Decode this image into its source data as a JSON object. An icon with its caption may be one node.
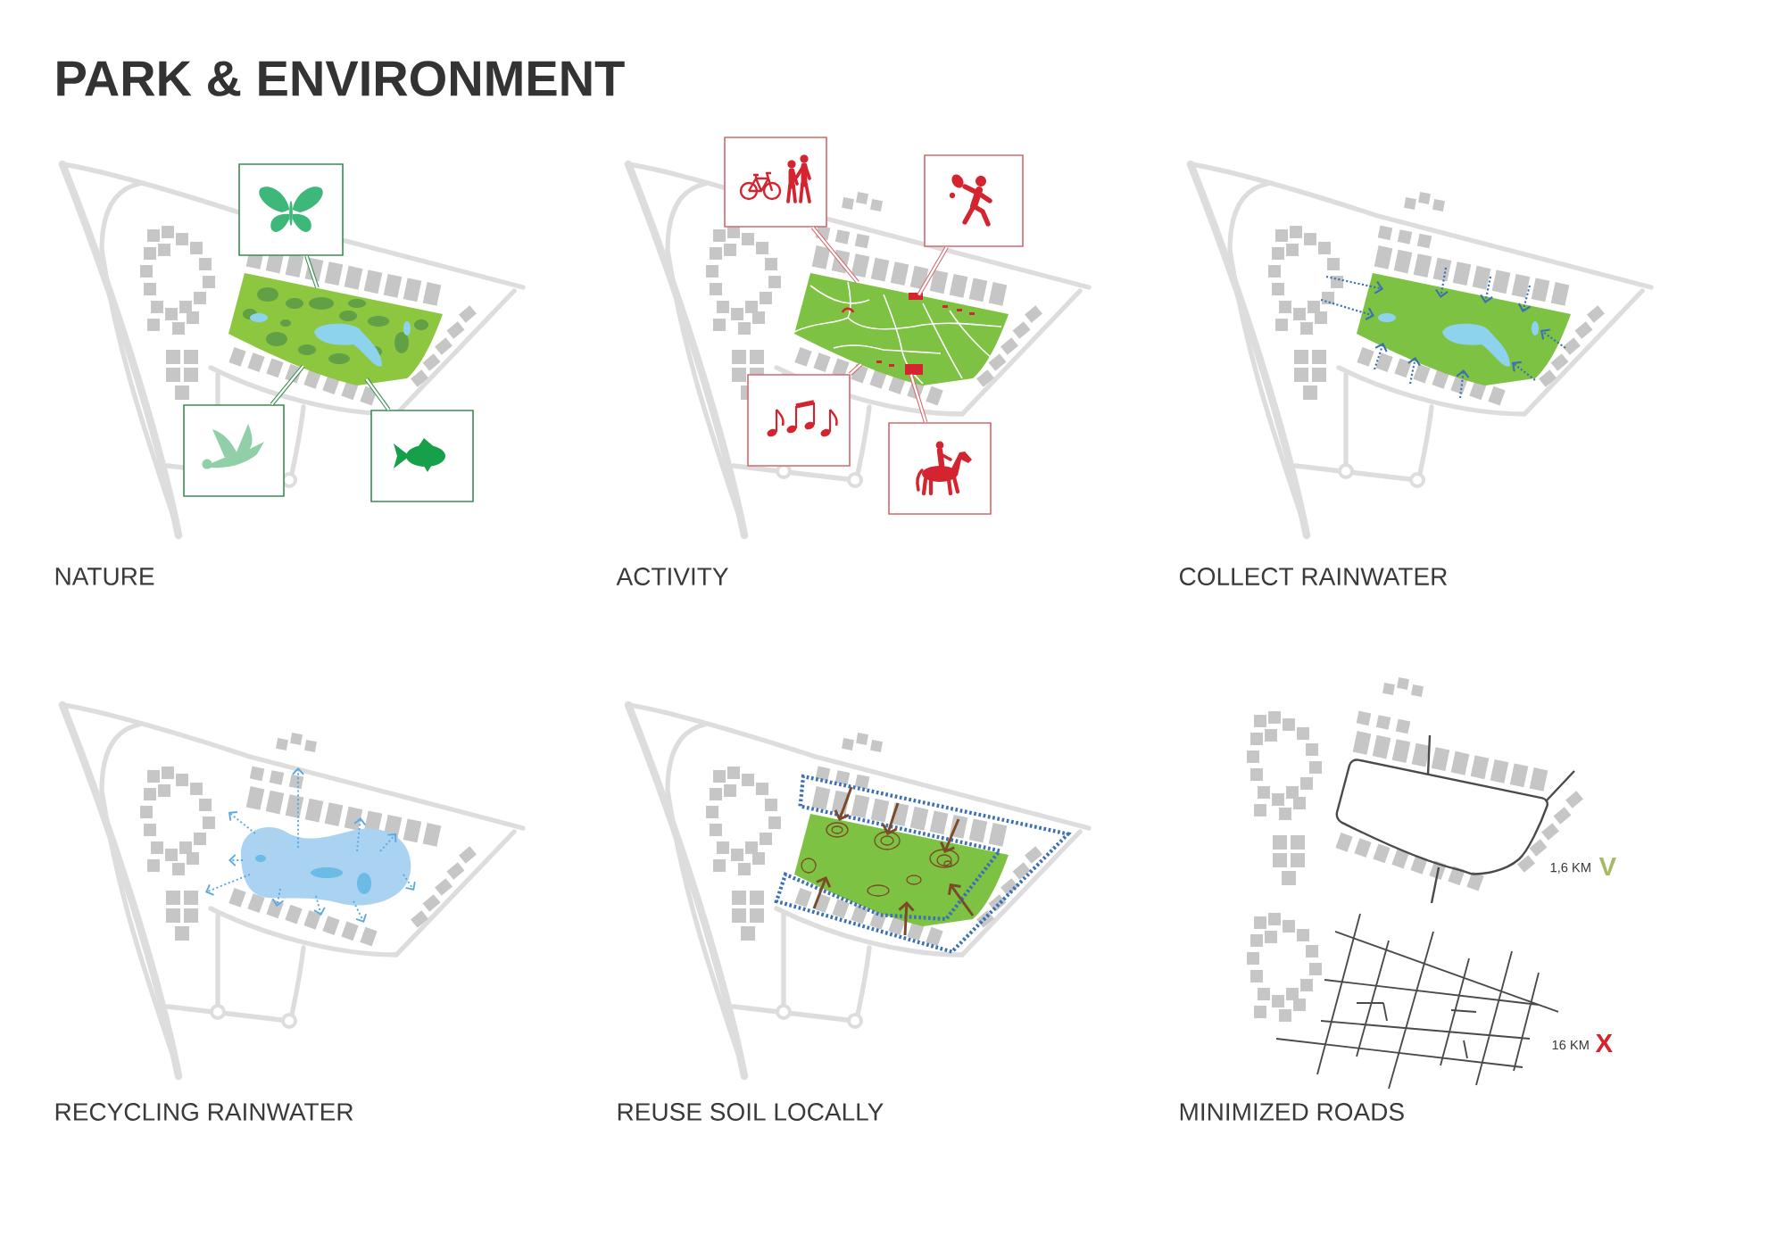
{
  "diagram": {
    "title": "PARK & ENVIRONMENT",
    "nodes": [
      {
        "text": [],
        "shape": "picture"
      },
      {
        "text": [],
        "shape": "picture"
      },
      {
        "text": [],
        "shape": "picture"
      },
      {
        "text": [],
        "shape": "picture"
      },
      {
        "text": [],
        "shape": "picture"
      },
      {
        "text": [],
        "shape": "picture"
      },
      {
        "text": [],
        "shape": "picture"
      },
      {
        "text": [],
        "shape": "picture"
      },
      {
        "text": [],
        "shape": "picture"
      },
      {
        "text": [],
        "shape": "picture"
      },
      {
        "text": [],
        "shape": "picture"
      }
    ],
    "edges": [
      {
        "from": 0,
        "to": 1,
        "arrow": "none",
        "color": "#3a8d50"
      },
      {
        "from": 2,
        "to": 1,
        "arrow": "none",
        "color": "#3a8d50"
      },
      {
        "from": 3,
        "to": 1,
        "arrow": "none",
        "color": "#3a8d50"
      },
      {
        "from": 4,
        "to": 6,
        "arrow": "none"
      },
      {
        "from": 5,
        "to": 6,
        "arrow": "none"
      },
      {
        "from": 7,
        "to": 6,
        "arrow": "none"
      },
      {
        "from": 8,
        "to": 6,
        "arrow": "none"
      }
    ],
    "labels": [
      "NATURE",
      "ACTIVITY",
      "COLLECT RAINWATER",
      "1,6 KM",
      "V",
      "16 KM",
      "X",
      "RECYCLING RAINWATER",
      "REUSE SOIL LOCALLY",
      "MINIMIZED ROADS"
    ]
  }
}
